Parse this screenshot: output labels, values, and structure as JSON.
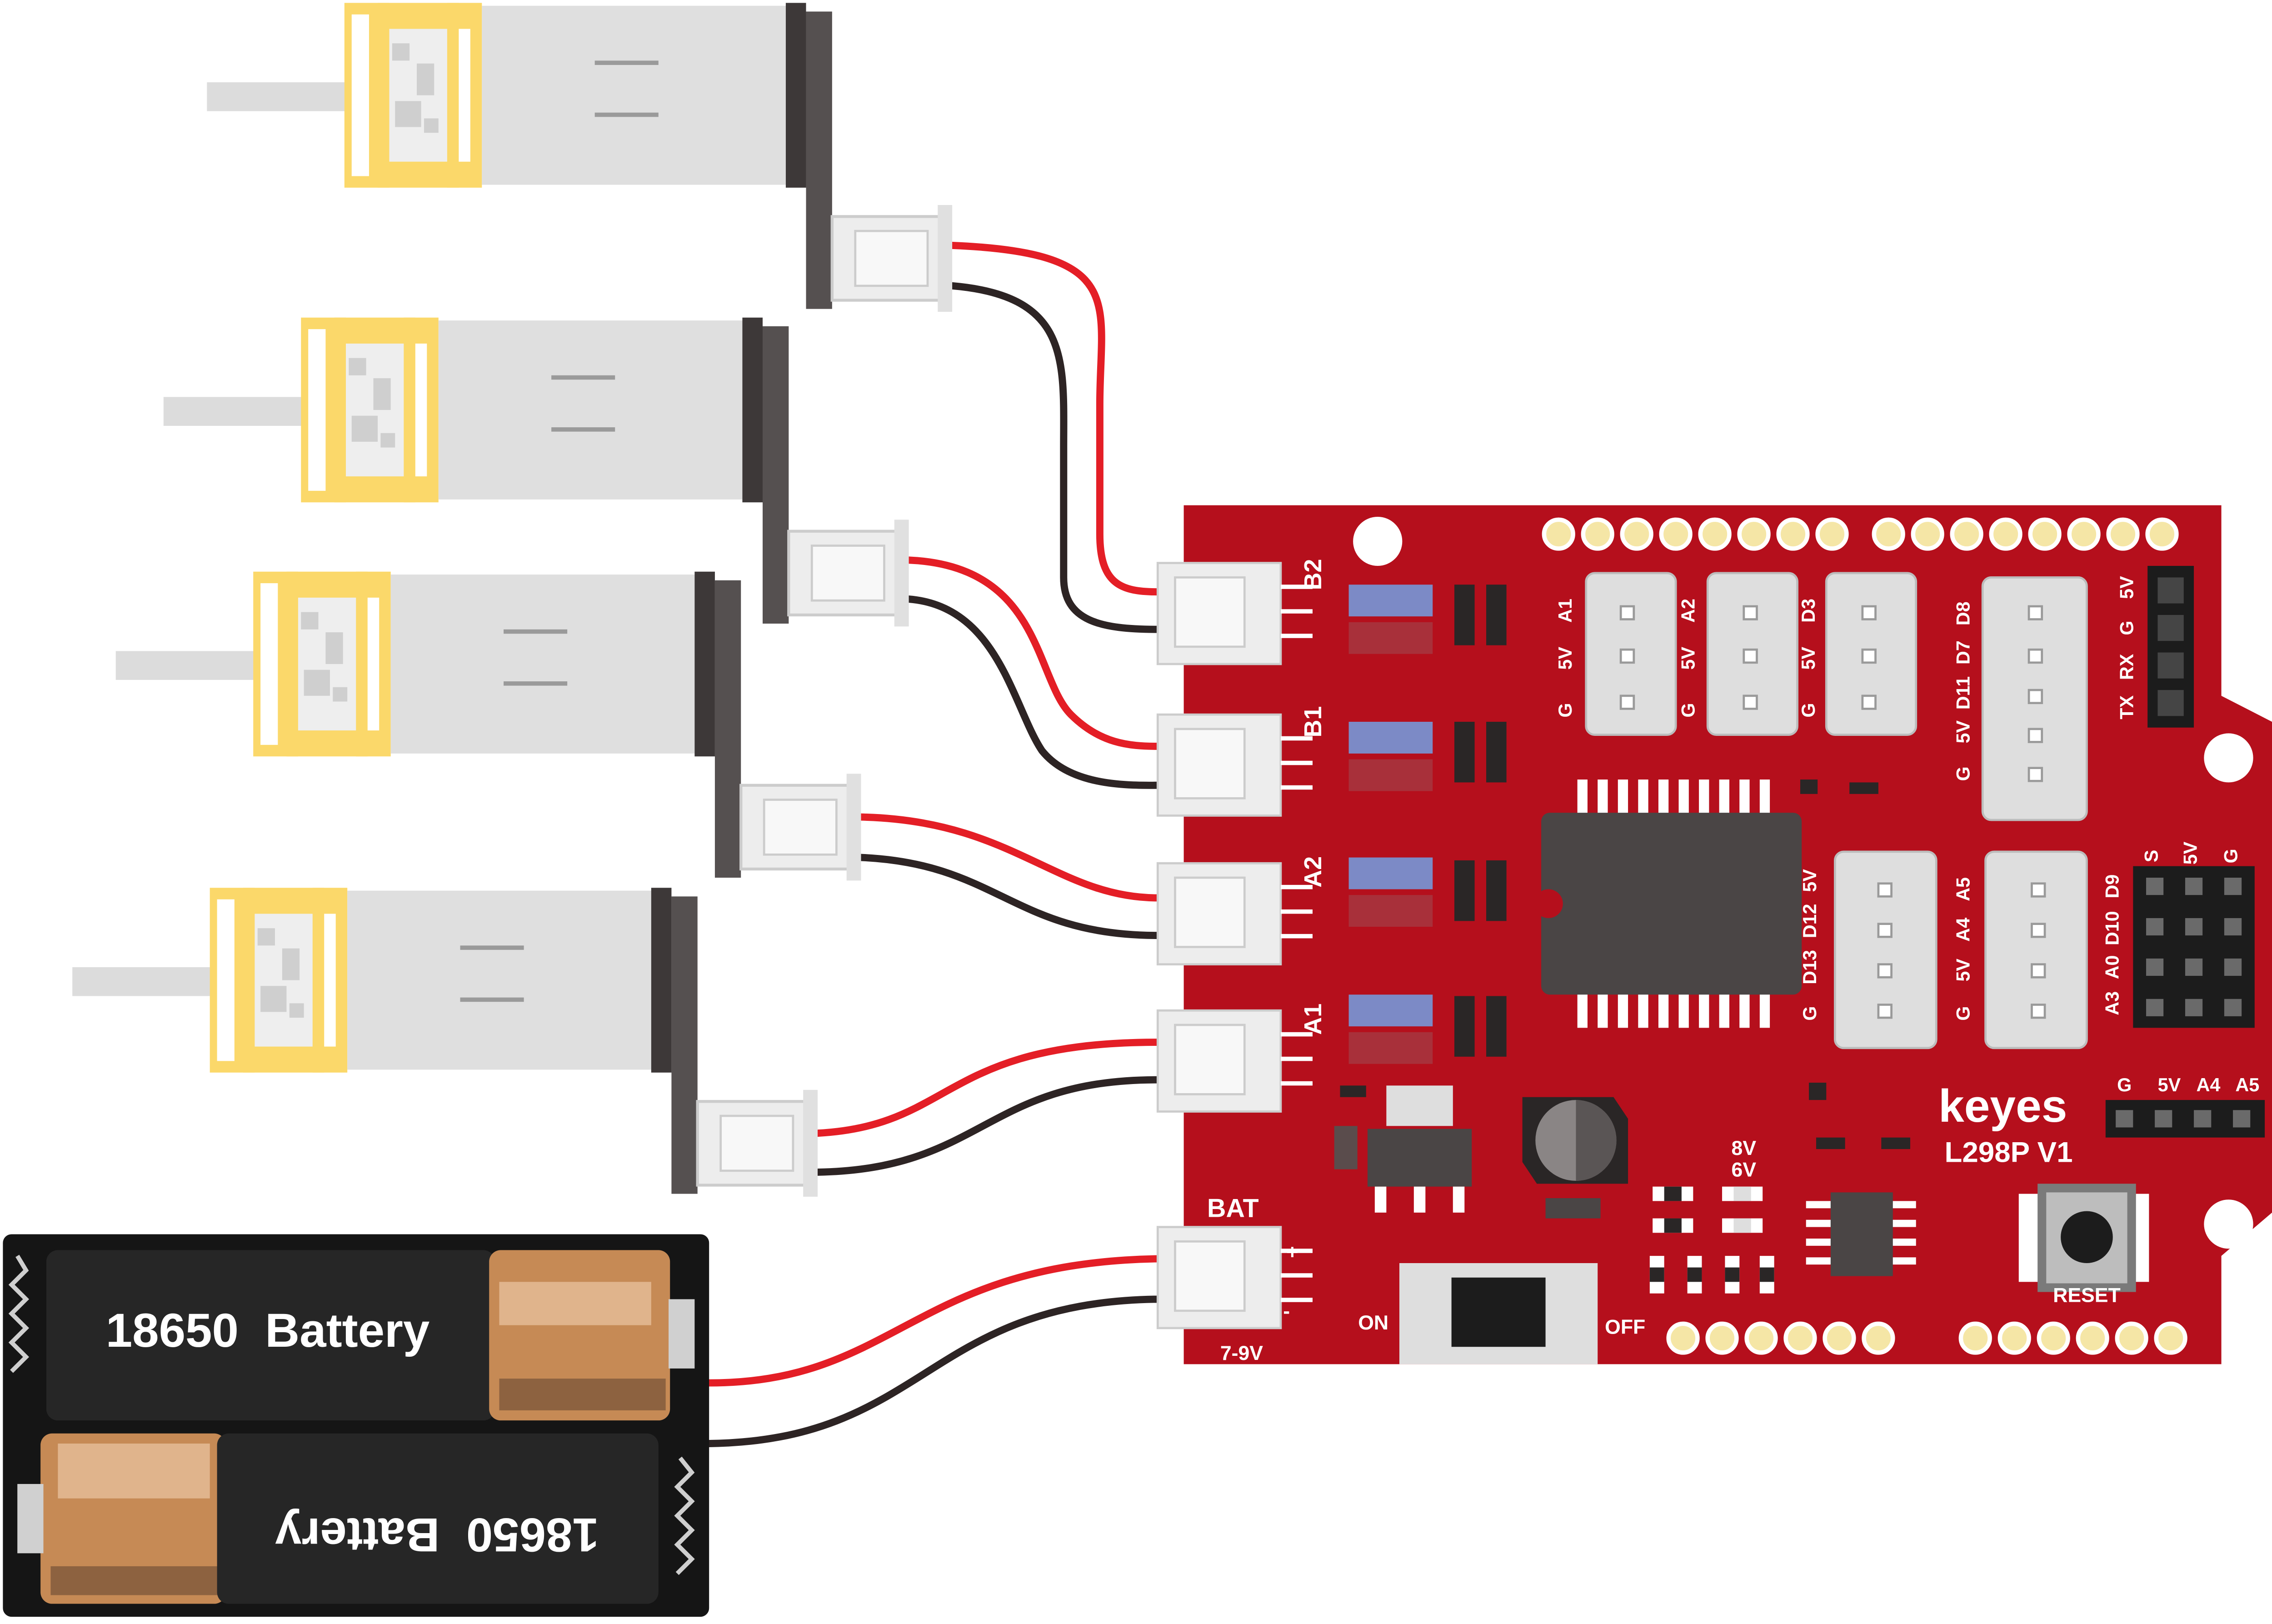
{
  "diagram": {
    "board": {
      "brand": "keyes",
      "model": "L298P V1",
      "body_color": "#b50f1c",
      "motor_ports": [
        "B2",
        "B1",
        "A2",
        "A1"
      ],
      "power_port": "BAT",
      "power_voltage": "7-9V",
      "power_plus": "+",
      "power_minus": "-",
      "switch_on": "ON",
      "switch_off": "OFF",
      "voltage_select_top": "8V",
      "voltage_select_bottom": "6V",
      "reset_label": "RESET",
      "header_g_5v_a1": [
        "G",
        "5V",
        "A1"
      ],
      "header_g_5v_a2": [
        "G",
        "5V",
        "A2"
      ],
      "header_g_5v_d3": [
        "G",
        "5V",
        "D3"
      ],
      "header_d8_group": [
        "G",
        "5V",
        "D11",
        "D7",
        "D8"
      ],
      "header_d13_group": [
        "G",
        "D13",
        "D12",
        "5V"
      ],
      "header_a5_group": [
        "G",
        "5V",
        "A4",
        "A5"
      ],
      "header_serial": [
        "TX",
        "RX",
        "G",
        "5V"
      ],
      "header_servo_cols": [
        "S",
        "5V",
        "G"
      ],
      "header_servo_rows": [
        "A3",
        "A0",
        "D10",
        "D9"
      ],
      "header_i2c": [
        "G",
        "5V",
        "A4",
        "A5"
      ]
    },
    "battery_pack": {
      "cell_label": "18650  Battery",
      "cell_label_flipped": "18650  Battery"
    },
    "colors": {
      "wire_red": "#e41e26",
      "wire_black": "#2d2424",
      "motor_gear": "#fbd86a",
      "motor_body": "#dfdfdf"
    }
  }
}
